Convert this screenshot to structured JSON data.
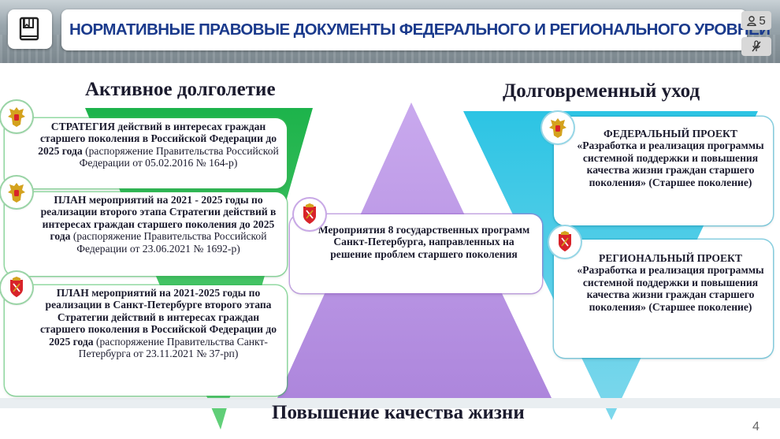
{
  "header": {
    "title": "НОРМАТИВНЫЕ ПРАВОВЫЕ ДОКУМЕНТЫ ФЕДЕРАЛЬНОГО И РЕГИОНАЛЬНОГО УРОВНЕЙ",
    "doc_icon": "book-document-icon"
  },
  "overlay": {
    "participants_count": "5",
    "participants_icon": "person-icon",
    "mic_icon": "mic-muted-icon"
  },
  "left": {
    "heading": "Активное долголетие",
    "color": "#1fb24a",
    "cards": [
      {
        "bold": "СТРАТЕГИЯ действий в интересах граждан старшего поколения в Российской Федерации до 2025 года",
        "normal": " (распоряжение Правительства Российской Федерации от 05.02.2016 № 164-р)",
        "emblem": "russia-coat-of-arms-icon"
      },
      {
        "bold": "ПЛАН мероприятий на 2021 - 2025 годы по реализации второго этапа Стратегии действий в интересах граждан старшего поколения до 2025 года",
        "normal": " (распоряжение Правительства Российской Федерации от 23.06.2021 № 1692-р)",
        "emblem": "russia-coat-of-arms-icon"
      },
      {
        "bold": "ПЛАН мероприятий на 2021-2025 годы по реализации в Санкт-Петербурге второго этапа Стратегии действий в интересах граждан старшего поколения в Российской Федерации до 2025 года",
        "normal": " (распоряжение Правительства Санкт-Петербурга от 23.11.2021 № 37-рп)",
        "emblem": "spb-coat-of-arms-icon"
      }
    ]
  },
  "middle": {
    "color": "#b48ee0",
    "card": {
      "text": "Мероприятия 8 государственных программ Санкт-Петербурга, направленных на решение проблем старшего поколения",
      "emblem": "spb-coat-of-arms-icon"
    }
  },
  "right": {
    "heading": "Долговременный уход",
    "color": "#2ec0e0",
    "cards": [
      {
        "title": "ФЕДЕРАЛЬНЫЙ ПРОЕКТ",
        "body": "«Разработка и реализация программы системной поддержки и повышения качества жизни граждан старшего поколения» (Старшее поколение)",
        "emblem": "russia-coat-of-arms-icon"
      },
      {
        "title": "РЕГИОНАЛЬНЫЙ ПРОЕКТ",
        "body": "«Разработка и реализация программы системной поддержки и повышения качества жизни граждан старшего поколения» (Старшее поколение)",
        "emblem": "spb-coat-of-arms-icon"
      }
    ]
  },
  "footer": {
    "heading": "Повышение качества жизни",
    "page_number": "4"
  }
}
